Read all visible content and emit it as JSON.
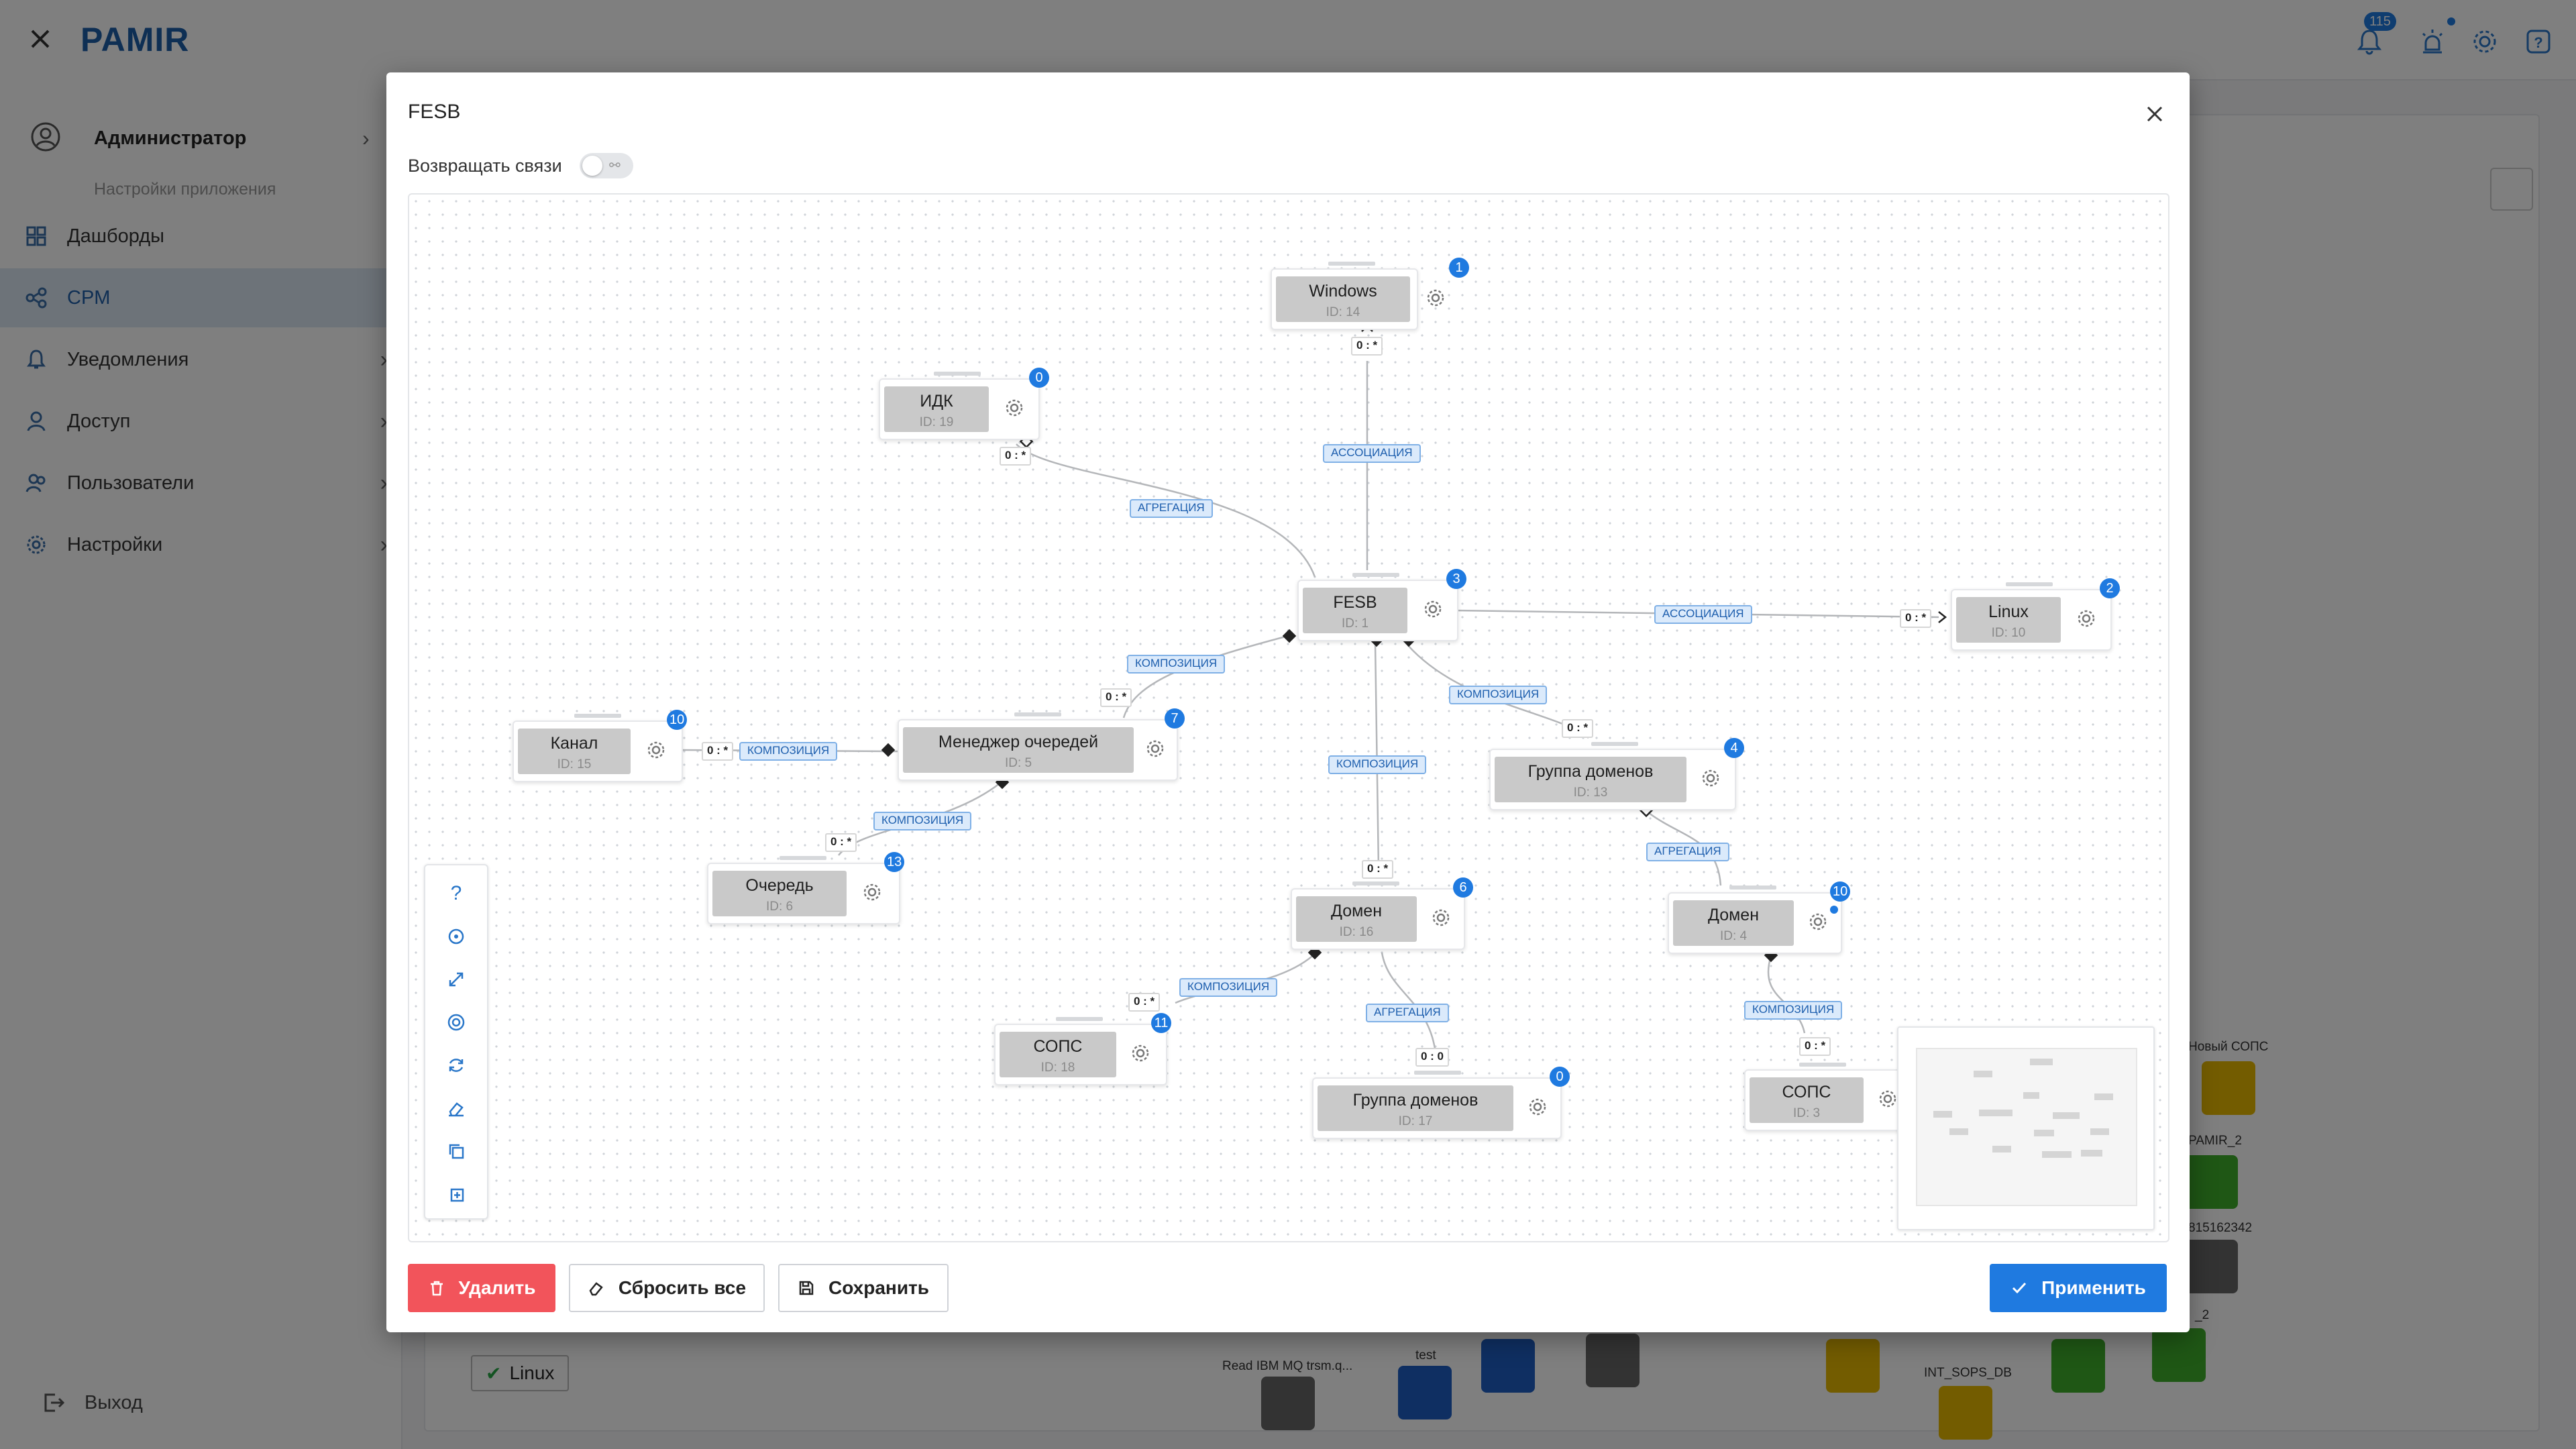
{
  "app": {
    "title": "PAMIR",
    "notification_count": "115",
    "user": {
      "name": "Администратор",
      "subtitle": "Настройки приложения"
    },
    "sidebar": {
      "items": [
        {
          "label": "Дашборды",
          "icon": "dashboard-icon"
        },
        {
          "label": "CPM",
          "icon": "cpm-icon",
          "active": true
        },
        {
          "label": "Уведомления",
          "icon": "bell-icon"
        },
        {
          "label": "Доступ",
          "icon": "access-icon"
        },
        {
          "label": "Пользователи",
          "icon": "users-icon"
        },
        {
          "label": "Настройки",
          "icon": "settings-icon"
        }
      ],
      "logout": "Выход"
    },
    "background_tag": "Linux",
    "bg_labels": [
      "Новый СОПС",
      "PAMIR_2",
      "815162342",
      "_2",
      "Read IBM MQ trsm.q...",
      "test",
      "INT_SOPS_DB"
    ]
  },
  "modal": {
    "title": "FESB",
    "toggle_label": "Возвращать связи",
    "toggle_on": false,
    "buttons": {
      "delete": "Удалить",
      "reset": "Сбросить все",
      "save": "Сохранить",
      "apply": "Применить"
    },
    "colors": {
      "delete": "#f2545b",
      "apply": "#1f7ae0",
      "accent": "#1f7ae0"
    }
  },
  "graph": {
    "nodes": [
      {
        "name": "Windows",
        "id": "ID: 14",
        "badge": "1"
      },
      {
        "name": "ИДК",
        "id": "ID: 19",
        "badge": "0"
      },
      {
        "name": "FESB",
        "id": "ID: 1",
        "badge": "3"
      },
      {
        "name": "Linux",
        "id": "ID: 10",
        "badge": "2"
      },
      {
        "name": "Канал",
        "id": "ID: 15",
        "badge": "10"
      },
      {
        "name": "Менеджер очередей",
        "id": "ID: 5",
        "badge": "7"
      },
      {
        "name": "Группа доменов",
        "id": "ID: 13",
        "badge": "4"
      },
      {
        "name": "Очередь",
        "id": "ID: 6",
        "badge": "13"
      },
      {
        "name": "Домен",
        "id": "ID: 16",
        "badge": "6"
      },
      {
        "name": "Домен",
        "id": "ID: 4",
        "badge": "10"
      },
      {
        "name": "СОПС",
        "id": "ID: 18",
        "badge": "11"
      },
      {
        "name": "Группа доменов",
        "id": "ID: 17",
        "badge": "0"
      },
      {
        "name": "СОПС",
        "id": "ID: 3",
        "badge": ""
      }
    ],
    "edge_labels": {
      "assoc": "АССОЦИАЦИЯ",
      "aggr": "АГРЕГАЦИЯ",
      "comp": "КОМПОЗИЦИЯ"
    },
    "multiplicity": {
      "many": "0 : *",
      "zero": "0 : 0"
    }
  }
}
